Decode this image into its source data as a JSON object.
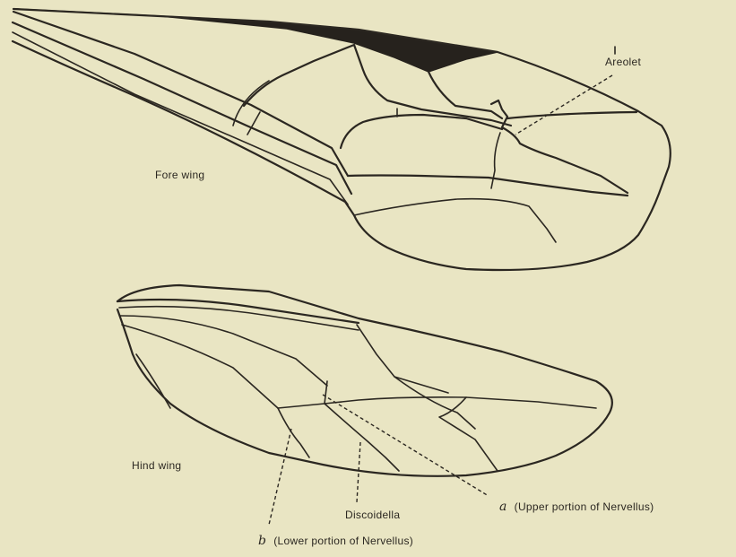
{
  "labels": {
    "fore_wing": "Fore wing",
    "hind_wing": "Hind wing",
    "areolet": "Areolet",
    "discoidella": "Discoidella",
    "a_letter": "a",
    "a_text": "(Upper portion of Nervellus)",
    "b_letter": "b",
    "b_text": "(Lower portion of Nervellus)"
  },
  "colors": {
    "background": "#e9e5c3",
    "ink": "#2b2721"
  }
}
